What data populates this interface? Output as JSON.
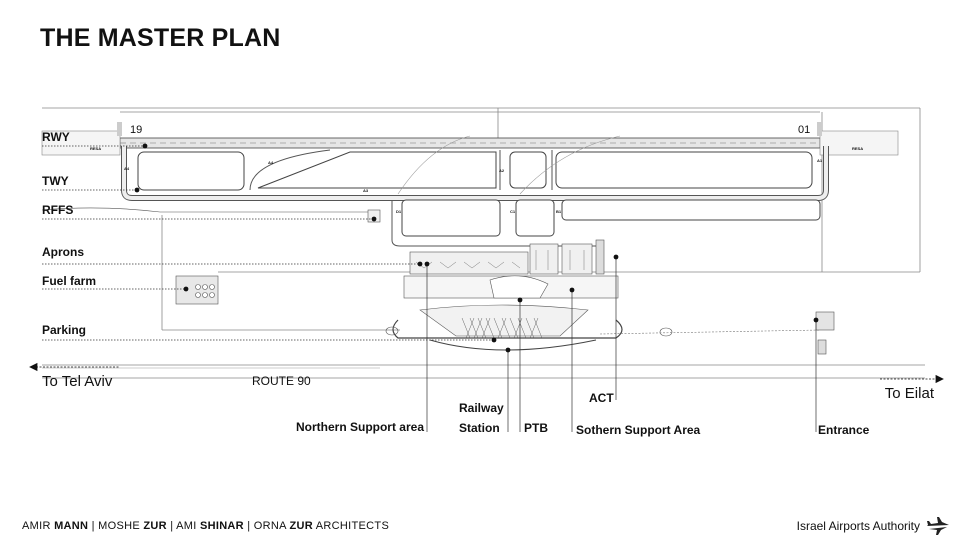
{
  "title": "THE MASTER PLAN",
  "runway": {
    "end_left": "19",
    "end_right": "01",
    "resa": "RESA"
  },
  "taxiway_labels": [
    "A4",
    "A4",
    "A3",
    "A2",
    "A1",
    "D1",
    "C1",
    "B1"
  ],
  "legend": {
    "rwy": "RWY",
    "twy": "TWY",
    "rffs": "RFFS",
    "aprons": "Aprons",
    "fuel_farm": "Fuel farm",
    "parking": "Parking"
  },
  "callouts": {
    "northern_support": "Northern Support area",
    "railway_line1": "Railway",
    "railway_line2": "Station",
    "ptb": "PTB",
    "act": "ACT",
    "southern_support": "Sothern Support Area",
    "entrance": "Entrance"
  },
  "directions": {
    "left": "To Tel Aviv",
    "right": "To Eilat",
    "route": "ROUTE 90"
  },
  "footer": {
    "architects": [
      {
        "first": "AMIR",
        "last": "MANN"
      },
      {
        "first": "MOSHE",
        "last": "ZUR"
      },
      {
        "first": "AMI",
        "last": "SHINAR"
      },
      {
        "first": "ORNA",
        "last": "ZUR"
      }
    ],
    "suffix": "ARCHITECTS",
    "authority": "Israel Airports Authority"
  },
  "icons": {
    "authority_logo": "plane-logo-icon"
  },
  "colors": {
    "line": "#444444",
    "pavement": "#f2f2f2",
    "text": "#111111"
  }
}
